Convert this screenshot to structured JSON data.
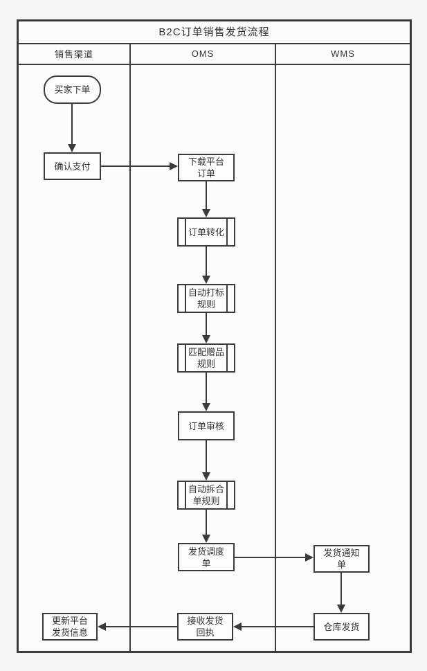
{
  "title": "B2C订单销售发货流程",
  "lanes": [
    {
      "label": "销售渠道"
    },
    {
      "label": "OMS"
    },
    {
      "label": "WMS"
    }
  ],
  "nodes": {
    "buyer_order": {
      "label": "买家下单",
      "type": "terminator",
      "lane": "销售渠道"
    },
    "confirm_pay": {
      "label": "确认支付",
      "type": "process",
      "lane": "销售渠道"
    },
    "download_order": {
      "label": "下载平台\n订单",
      "type": "process",
      "lane": "OMS"
    },
    "order_convert": {
      "label": "订单转化",
      "type": "predefined-process",
      "lane": "OMS"
    },
    "auto_tag": {
      "label": "自动打标\n规则",
      "type": "predefined-process",
      "lane": "OMS"
    },
    "gift_match": {
      "label": "匹配赠品\n规则",
      "type": "predefined-process",
      "lane": "OMS"
    },
    "order_review": {
      "label": "订单审核",
      "type": "process",
      "lane": "OMS"
    },
    "split_merge": {
      "label": "自动拆合\n单规则",
      "type": "predefined-process",
      "lane": "OMS"
    },
    "dispatch_order": {
      "label": "发货调度\n单",
      "type": "process",
      "lane": "OMS"
    },
    "ship_notice": {
      "label": "发货通知\n单",
      "type": "process",
      "lane": "WMS"
    },
    "warehouse_ship": {
      "label": "仓库发货",
      "type": "process",
      "lane": "WMS"
    },
    "receive_receipt": {
      "label": "接收发货\n回执",
      "type": "process",
      "lane": "OMS"
    },
    "update_platform": {
      "label": "更新平台\n发货信息",
      "type": "process",
      "lane": "销售渠道"
    }
  },
  "edges": [
    {
      "from": "buyer_order",
      "to": "confirm_pay"
    },
    {
      "from": "confirm_pay",
      "to": "download_order"
    },
    {
      "from": "download_order",
      "to": "order_convert"
    },
    {
      "from": "order_convert",
      "to": "auto_tag"
    },
    {
      "from": "auto_tag",
      "to": "gift_match"
    },
    {
      "from": "gift_match",
      "to": "order_review"
    },
    {
      "from": "order_review",
      "to": "split_merge"
    },
    {
      "from": "split_merge",
      "to": "dispatch_order"
    },
    {
      "from": "dispatch_order",
      "to": "ship_notice"
    },
    {
      "from": "ship_notice",
      "to": "warehouse_ship"
    },
    {
      "from": "warehouse_ship",
      "to": "receive_receipt"
    },
    {
      "from": "receive_receipt",
      "to": "update_platform"
    }
  ],
  "colors": {
    "line": "#3a3a3a",
    "page_background": "#f5f5f5",
    "frame_background": "#fbfbfb",
    "node_fill": "#fdfdfd",
    "text": "#333333"
  }
}
